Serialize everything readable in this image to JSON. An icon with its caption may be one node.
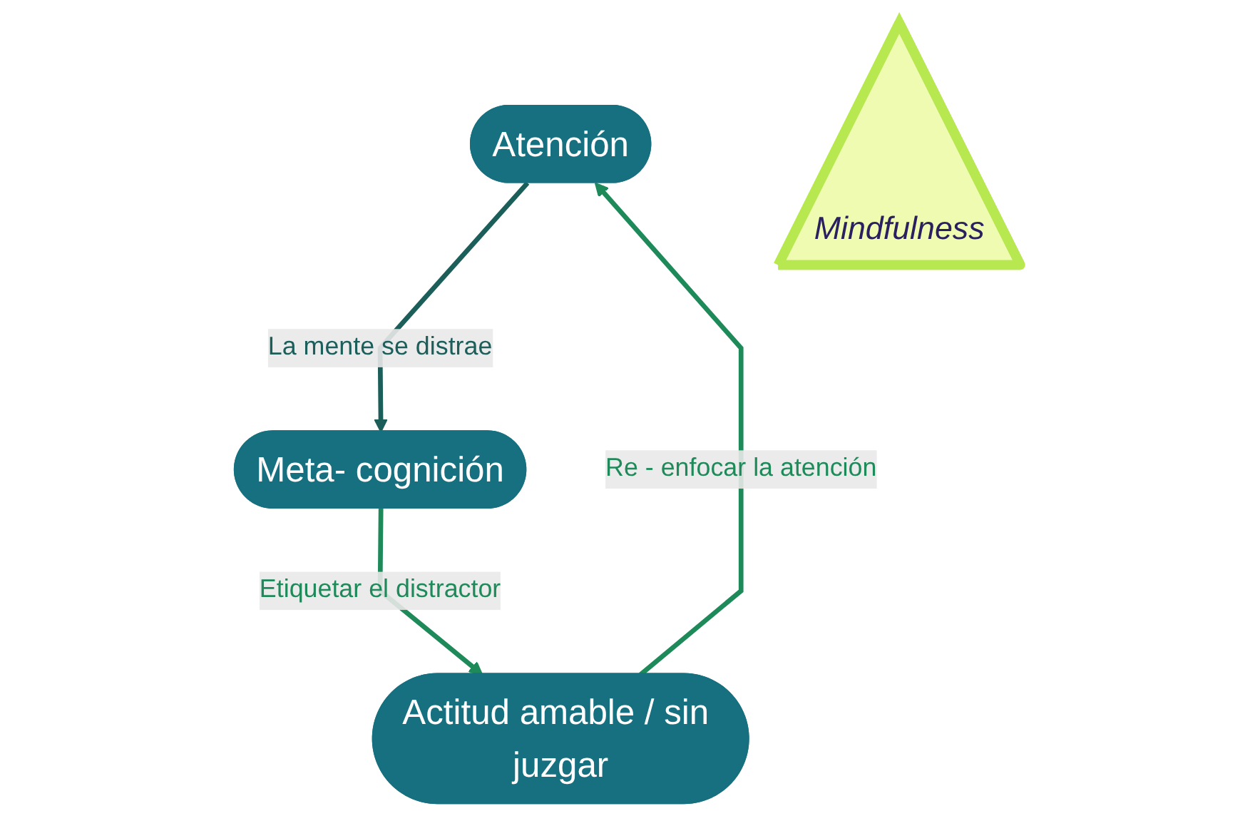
{
  "diagram": {
    "nodes": [
      {
        "text": [
          "Atención"
        ]
      },
      {
        "text": [
          "Meta- cognición"
        ]
      },
      {
        "text": [
          "Actitud amable / sin juzgar"
        ]
      },
      {
        "text": [
          "Mindfulness"
        ]
      }
    ],
    "edges": [
      {
        "from": 0,
        "to": 1,
        "arrow": "to",
        "label": "La mente se distrae",
        "color": "#1b5e5a"
      },
      {
        "from": 1,
        "to": 2,
        "arrow": "to",
        "label": "Etiquetar el distractor"
      },
      {
        "from": 2,
        "to": 0,
        "arrow": "to",
        "label": "Re - enfocar la atención"
      }
    ]
  }
}
